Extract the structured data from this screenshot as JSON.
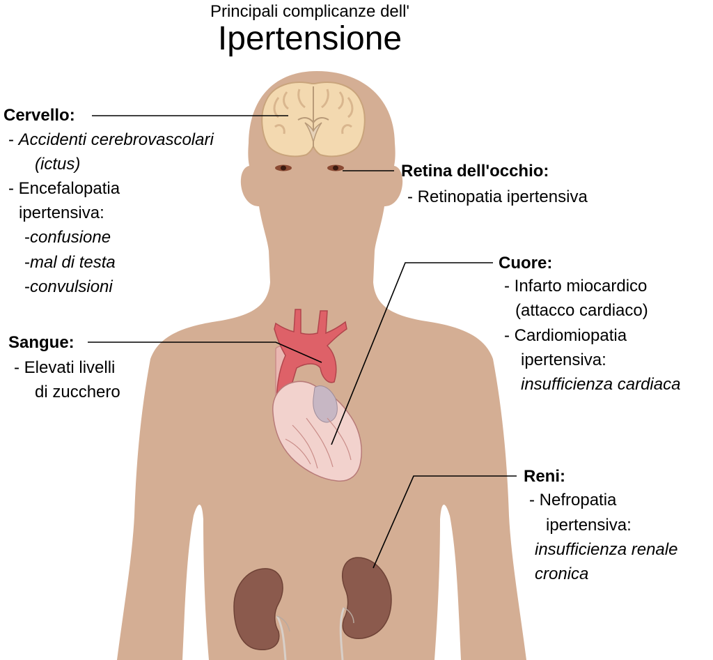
{
  "title": {
    "subtitle": "Principali complicanze dell'",
    "main": "Ipertensione"
  },
  "colors": {
    "skin": "#d4ae94",
    "brain": "#f3d9b0",
    "heart": "#f0ccc8",
    "aorta": "#de6168",
    "kidney": "#8b5a4d",
    "leader_line": "#000000"
  },
  "organs": {
    "brain": "Cervello",
    "eyes": "Retina dell'occhio",
    "heart": "Cuore",
    "kidneys": "Reni"
  },
  "labels": {
    "cervello": {
      "heading": "Cervello:",
      "lines": [
        "- ",
        "Accidenti cerebrovascolari",
        "(ictus)",
        "- Encefalopatia",
        "ipertensiva:",
        "-",
        "confusione",
        "-",
        "mal di testa",
        "-",
        "convulsioni"
      ]
    },
    "retina": {
      "heading": "Retina dell'occhio:",
      "lines": [
        "- Retinopatia ipertensiva"
      ]
    },
    "cuore": {
      "heading": "Cuore:",
      "lines": [
        "- Infarto miocardico",
        "(attacco cardiaco)",
        "- Cardiomiopatia",
        "ipertensiva:",
        "insufficienza cardiaca"
      ]
    },
    "sangue": {
      "heading": "Sangue:",
      "lines": [
        "- Elevati livelli",
        "di zucchero"
      ]
    },
    "reni": {
      "heading": "Reni:",
      "lines": [
        "- Nefropatia",
        "ipertensiva:",
        "insufficienza renale",
        "cronica"
      ]
    }
  }
}
